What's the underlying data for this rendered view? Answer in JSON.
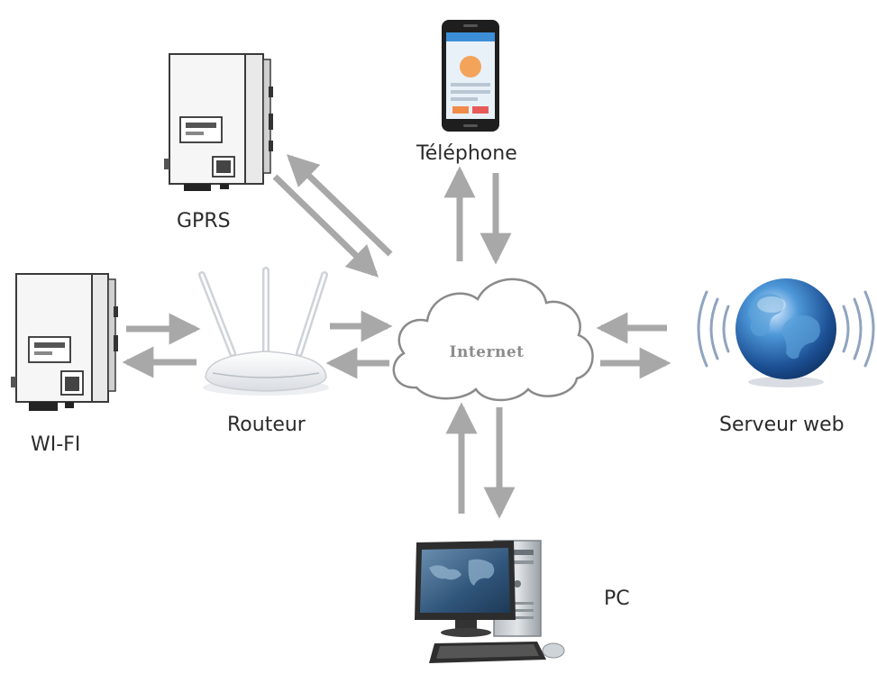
{
  "nodes": {
    "gprs": {
      "label": "GPRS"
    },
    "wifi": {
      "label": "WI-FI"
    },
    "router": {
      "label": "Routeur"
    },
    "phone": {
      "label": "Téléphone"
    },
    "internet": {
      "label": "Internet"
    },
    "web_server": {
      "label": "Serveur web"
    },
    "pc": {
      "label": "PC"
    }
  },
  "colors": {
    "arrow": "#a8a8a8",
    "device_body": "#f4f4f4",
    "device_outline": "#3a3a3a",
    "globe": "#2a72b8"
  },
  "icons": {
    "gprs": "inverter-icon",
    "wifi": "inverter-icon",
    "router": "router-icon",
    "phone": "smartphone-icon",
    "internet": "cloud-icon",
    "web_server": "globe-icon",
    "pc": "desktop-computer-icon"
  }
}
